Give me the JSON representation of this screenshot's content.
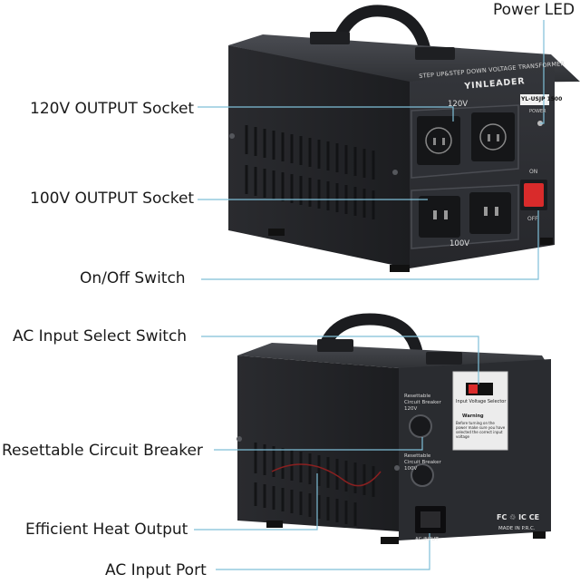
{
  "callouts": {
    "power_led": "Power LED",
    "out_120v": "120V OUTPUT Socket",
    "out_100v": "100V OUTPUT Socket",
    "on_off": "On/Off Switch",
    "ac_select": "AC Input Select Switch",
    "breaker": "Resettable Circuit Breaker",
    "heat": "Efficient Heat Output",
    "ac_port": "AC Input Port"
  },
  "front_panel": {
    "headline": "STEP UP&STEP DOWN VOLTAGE TRANSFORMER",
    "brand": "YINLEADER",
    "model": "YL-USJP 1500",
    "power_label": "POWER",
    "v120_label": "120V",
    "v100_label": "100V",
    "on_label": "ON",
    "off_label": "OFF"
  },
  "back_panel": {
    "breaker_120": "Resettable Circuit Breaker 120V",
    "breaker_100": "Resettable Circuit Breaker 100V",
    "selector_title": "Input Voltage Selector",
    "warning_title": "Warning",
    "warning_text": "Before turning on the power make sure you have selected the correct input voltage",
    "certs": "FC ♲ IC CE",
    "made_in": "MADE IN P.R.C.",
    "ac_input": "AC INPUT"
  },
  "colors": {
    "body": "#2b2c30",
    "body_dark": "#1d1e21",
    "panel": "#34363b",
    "line": "#7fbfd8",
    "switch_red": "#d92b2b"
  }
}
